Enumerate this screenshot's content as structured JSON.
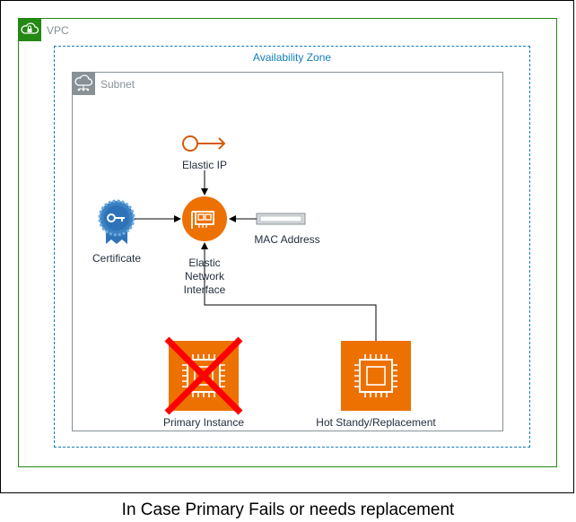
{
  "groups": {
    "vpc": "VPC",
    "availability_zone": "Availability Zone",
    "subnet": "Subnet"
  },
  "nodes": {
    "elastic_ip": "Elastic IP",
    "eni": "Elastic\nNetwork\nInterface",
    "certificate": "Certificate",
    "mac_address": "MAC Address",
    "primary_instance": "Primary Instance",
    "hot_standby": "Hot Standy/Replacement"
  },
  "caption": "In Case Primary Fails or needs replacement",
  "colors": {
    "vpc_green": "#248814",
    "az_blue": "#147EBA",
    "subnet_gray": "#879196",
    "aws_orange": "#ED7100",
    "cert_blue": "#3B82C4",
    "fail_red": "#FF0000"
  },
  "icons": {
    "elastic_ip": "key-icon",
    "eni": "network-card-icon",
    "certificate": "certificate-icon",
    "mac_address": "mac-address-bar-icon",
    "primary_instance": "ec2-instance-icon",
    "hot_standby": "ec2-instance-icon",
    "failure": "red-x-icon"
  },
  "status": {
    "primary_instance": "failed"
  }
}
